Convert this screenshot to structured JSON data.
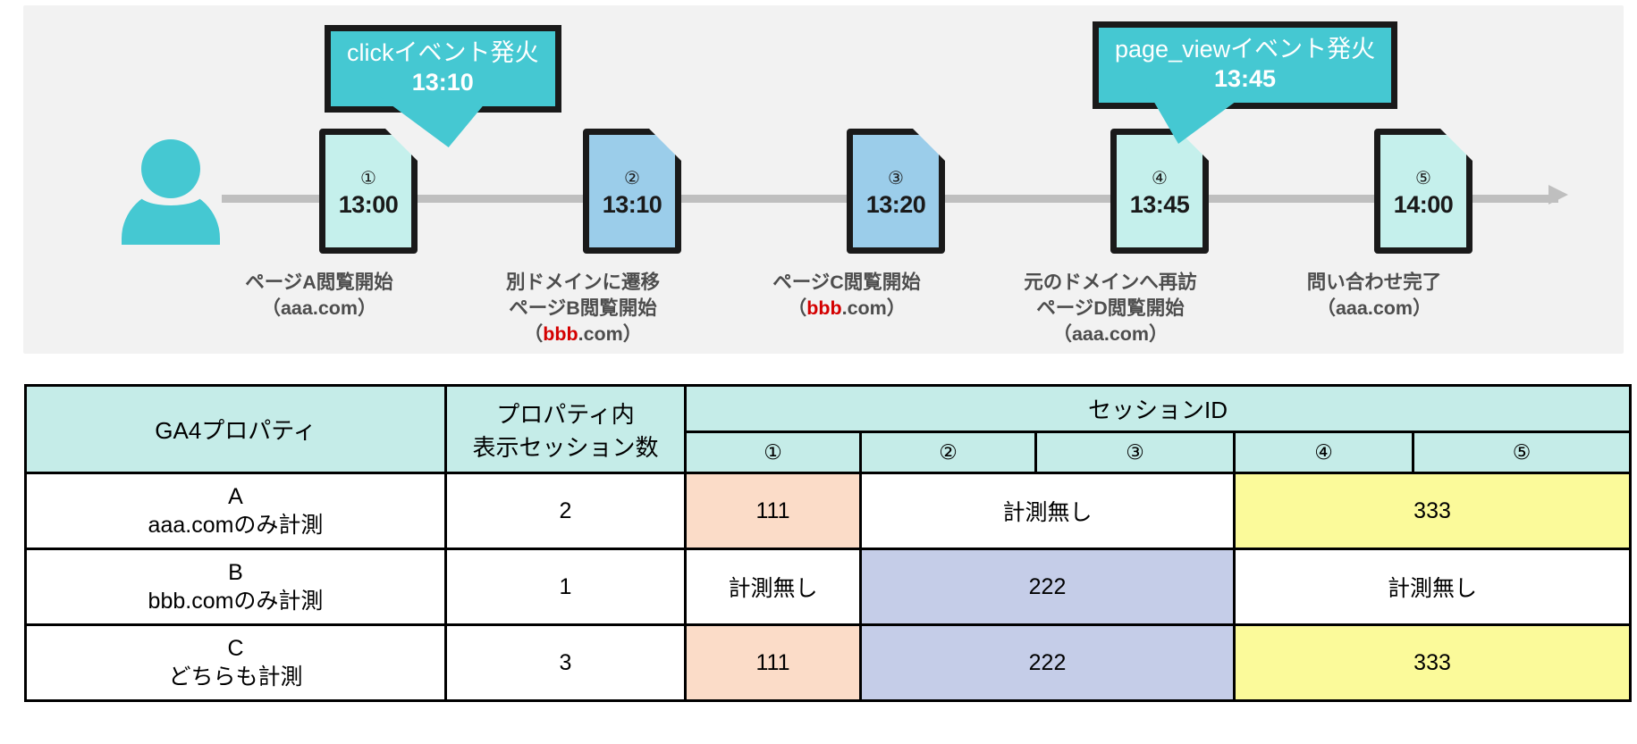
{
  "diagram": {
    "person_icon": "person-avatar",
    "timeline_axis": "horizontal-time-arrow",
    "steps": [
      {
        "num": "①",
        "time": "13:00",
        "fill": "#c5f0ec",
        "caption_top": "",
        "caption_mid": "ページA閲覧開始",
        "caption_pre": "（",
        "caption_domain": "aaa",
        "caption_domain_red": false,
        "caption_post": ".com）"
      },
      {
        "num": "②",
        "time": "13:10",
        "fill": "#9bcdea",
        "caption_top": "別ドメインに遷移",
        "caption_mid": "ページB閲覧開始",
        "caption_pre": "（",
        "caption_domain": "bbb",
        "caption_domain_red": true,
        "caption_post": ".com）"
      },
      {
        "num": "③",
        "time": "13:20",
        "fill": "#9bcdea",
        "caption_top": "",
        "caption_mid": "ページC閲覧開始",
        "caption_pre": "（",
        "caption_domain": "bbb",
        "caption_domain_red": true,
        "caption_post": ".com）"
      },
      {
        "num": "④",
        "time": "13:45",
        "fill": "#c5f0ec",
        "caption_top": "元のドメインへ再訪",
        "caption_mid": "ページD閲覧開始",
        "caption_pre": "（",
        "caption_domain": "aaa",
        "caption_domain_red": false,
        "caption_post": ".com）"
      },
      {
        "num": "⑤",
        "time": "14:00",
        "fill": "#c5f0ec",
        "caption_top": "",
        "caption_mid": "問い合わせ完了",
        "caption_pre": "（",
        "caption_domain": "aaa",
        "caption_domain_red": false,
        "caption_post": ".com）"
      }
    ],
    "bubbles": [
      {
        "event": "clickイベント発火",
        "time": "13:10"
      },
      {
        "event": "page_viewイベント発火",
        "time": "13:45"
      }
    ]
  },
  "table": {
    "headers": {
      "property": "GA4プロパティ",
      "sessions_count_l1": "プロパティ内",
      "sessions_count_l2": "表示セッション数",
      "session_id": "セッションID",
      "sub": [
        "①",
        "②",
        "③",
        "④",
        "⑤"
      ]
    },
    "rows": [
      {
        "label_line1": "A",
        "label_line2": "aaa.comのみ計測",
        "count": "2",
        "cells": [
          {
            "text": "111",
            "color": "peach",
            "span": 1
          },
          {
            "text": "計測無し",
            "color": "none",
            "span": 2
          },
          {
            "text": "333",
            "color": "yell",
            "span": 2
          }
        ]
      },
      {
        "label_line1": "B",
        "label_line2": "bbb.comのみ計測",
        "count": "1",
        "cells": [
          {
            "text": "計測無し",
            "color": "none",
            "span": 1
          },
          {
            "text": "222",
            "color": "lav",
            "span": 2
          },
          {
            "text": "計測無し",
            "color": "none",
            "span": 2
          }
        ]
      },
      {
        "label_line1": "C",
        "label_line2": "どちらも計測",
        "count": "3",
        "cells": [
          {
            "text": "111",
            "color": "peach",
            "span": 1
          },
          {
            "text": "222",
            "color": "lav",
            "span": 2
          },
          {
            "text": "333",
            "color": "yell",
            "span": 2
          }
        ]
      }
    ]
  },
  "colors": {
    "panel_bg": "#f2f2f2",
    "teal": "#45c8d2",
    "doc_teal": "#c5f0ec",
    "doc_blue": "#9bcdea",
    "header_teal": "#c5ece8",
    "peach": "#fbdcc8",
    "lavender": "#c5cde8",
    "yellow": "#fbfa9a",
    "red_text": "#d40000",
    "caption_gray": "#4d4d4d",
    "axis_gray": "#bfbfbf"
  }
}
